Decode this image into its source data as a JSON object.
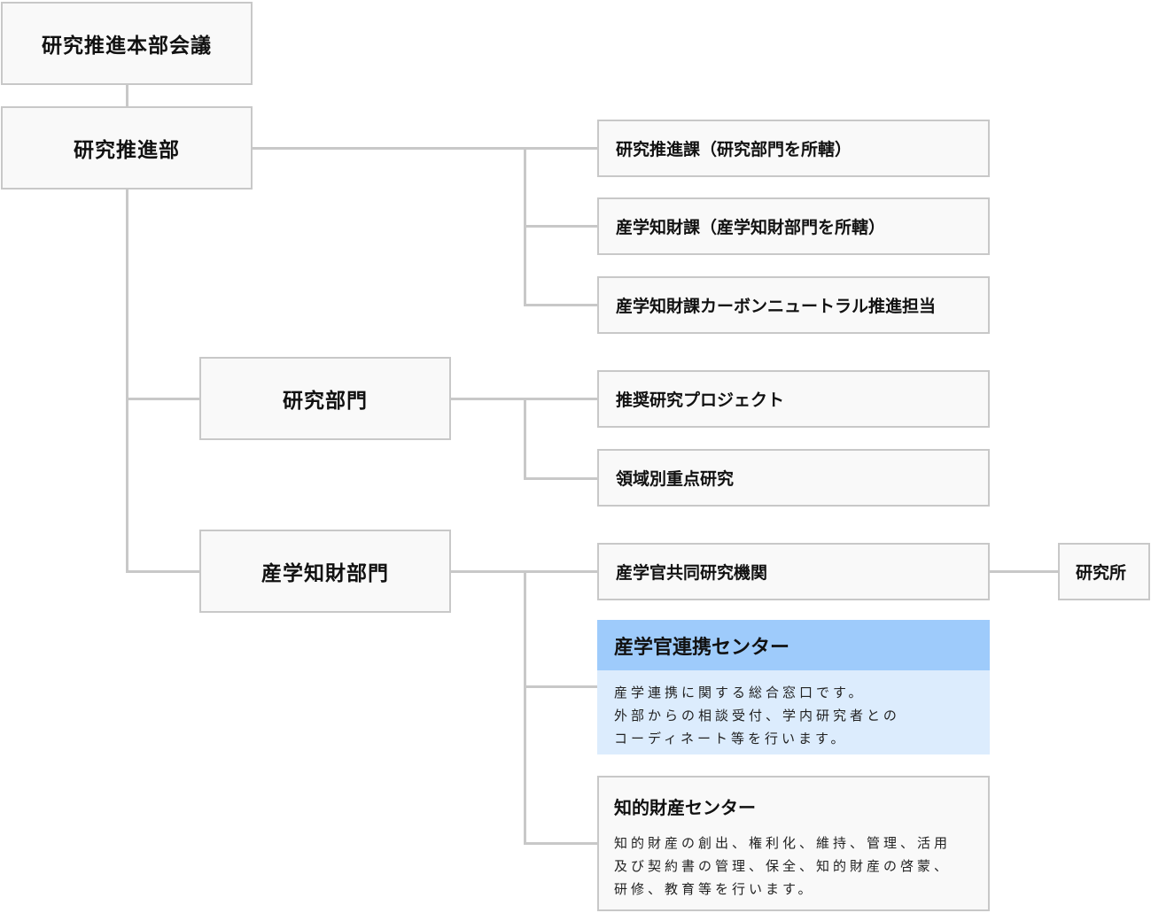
{
  "top": {
    "council": "研究推進本部会議",
    "dept": "研究推進部"
  },
  "divisions": {
    "research": "研究部門",
    "ip": "産学知財部門"
  },
  "dept_units": [
    "研究推進課（研究部門を所轄）",
    "産学知財課（産学知財部門を所轄）",
    "産学知財課カーボンニュートラル推進担当"
  ],
  "research_units": [
    "推奨研究プロジェクト",
    "領域別重点研究"
  ],
  "ip_units": {
    "joint": "産学官共同研究機関",
    "institute": "研究所",
    "collab_center": {
      "title": "産学官連携センター",
      "desc": [
        "産学連携に関する総合窓口です。",
        "外部からの相談受付、学内研究者との",
        "コーディネート等を行います。"
      ]
    },
    "ip_center": {
      "title": "知的財産センター",
      "desc": [
        "知的財産の創出、権利化、維持、管理、活用",
        "及び契約書の管理、保全、知的財産の啓蒙、",
        "研修、教育等を行います。"
      ]
    }
  },
  "colors": {
    "line": "#c8c8c8",
    "box_bg": "#f9f9f9",
    "highlight_header": "#9ecbfb",
    "highlight_body": "#dcecfd"
  }
}
